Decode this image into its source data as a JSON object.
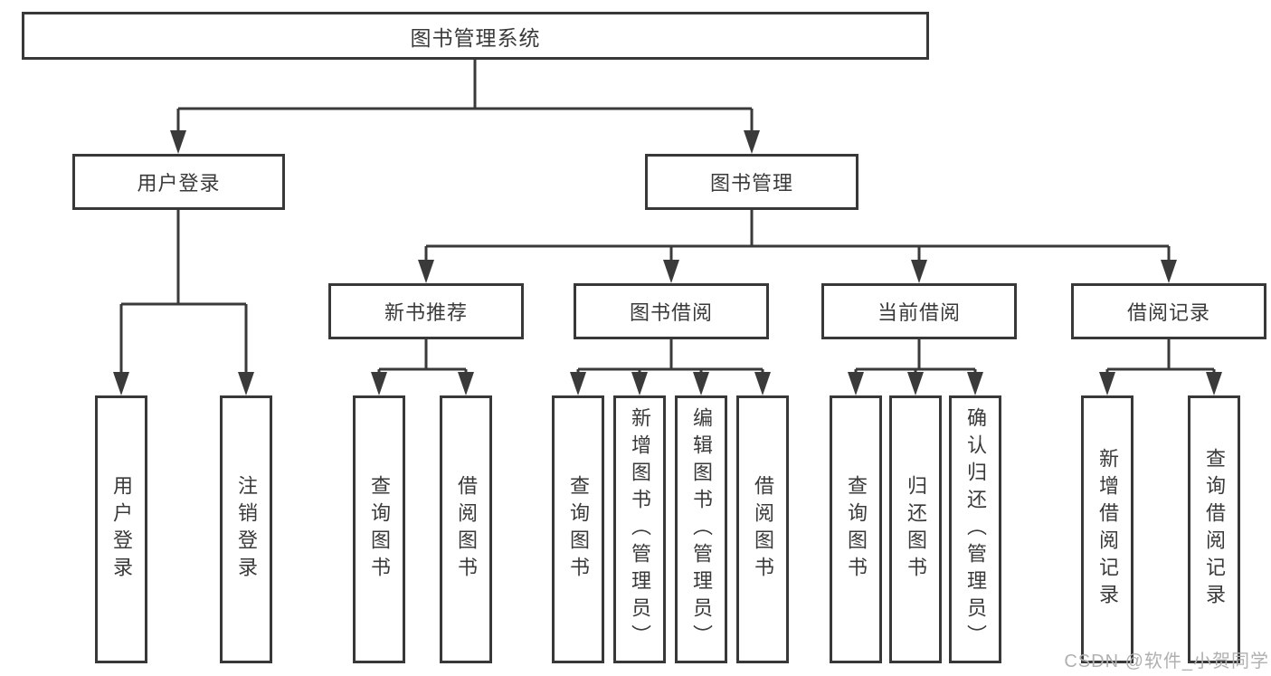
{
  "title": "图书管理系统",
  "tree": {
    "root": {
      "label": "图书管理系统",
      "children": [
        {
          "label": "用户登录",
          "children": [
            {
              "label": "用户登录"
            },
            {
              "label": "注销登录"
            }
          ]
        },
        {
          "label": "图书管理",
          "children": [
            {
              "label": "新书推荐",
              "children": [
                {
                  "label": "查询图书"
                },
                {
                  "label": "借阅图书"
                }
              ]
            },
            {
              "label": "图书借阅",
              "children": [
                {
                  "label": "查询图书"
                },
                {
                  "label": "新增图书（管理员）"
                },
                {
                  "label": "编辑图书（管理员）"
                },
                {
                  "label": "借阅图书"
                }
              ]
            },
            {
              "label": "当前借阅",
              "children": [
                {
                  "label": "查询图书"
                },
                {
                  "label": "归还图书"
                },
                {
                  "label": "确认归还（管理员）"
                }
              ]
            },
            {
              "label": "借阅记录",
              "children": [
                {
                  "label": "新增借阅记录"
                },
                {
                  "label": "查询借阅记录"
                }
              ]
            }
          ]
        }
      ]
    }
  },
  "watermark": {
    "text": "CSDN @软件_小贺同学"
  },
  "colors": {
    "line": "#3a3a3a",
    "box_border": "#383838",
    "text": "#3a3a3a",
    "box_background": "#ffffff",
    "page_background": "#ffffff",
    "watermark": "#b0b0b0"
  }
}
